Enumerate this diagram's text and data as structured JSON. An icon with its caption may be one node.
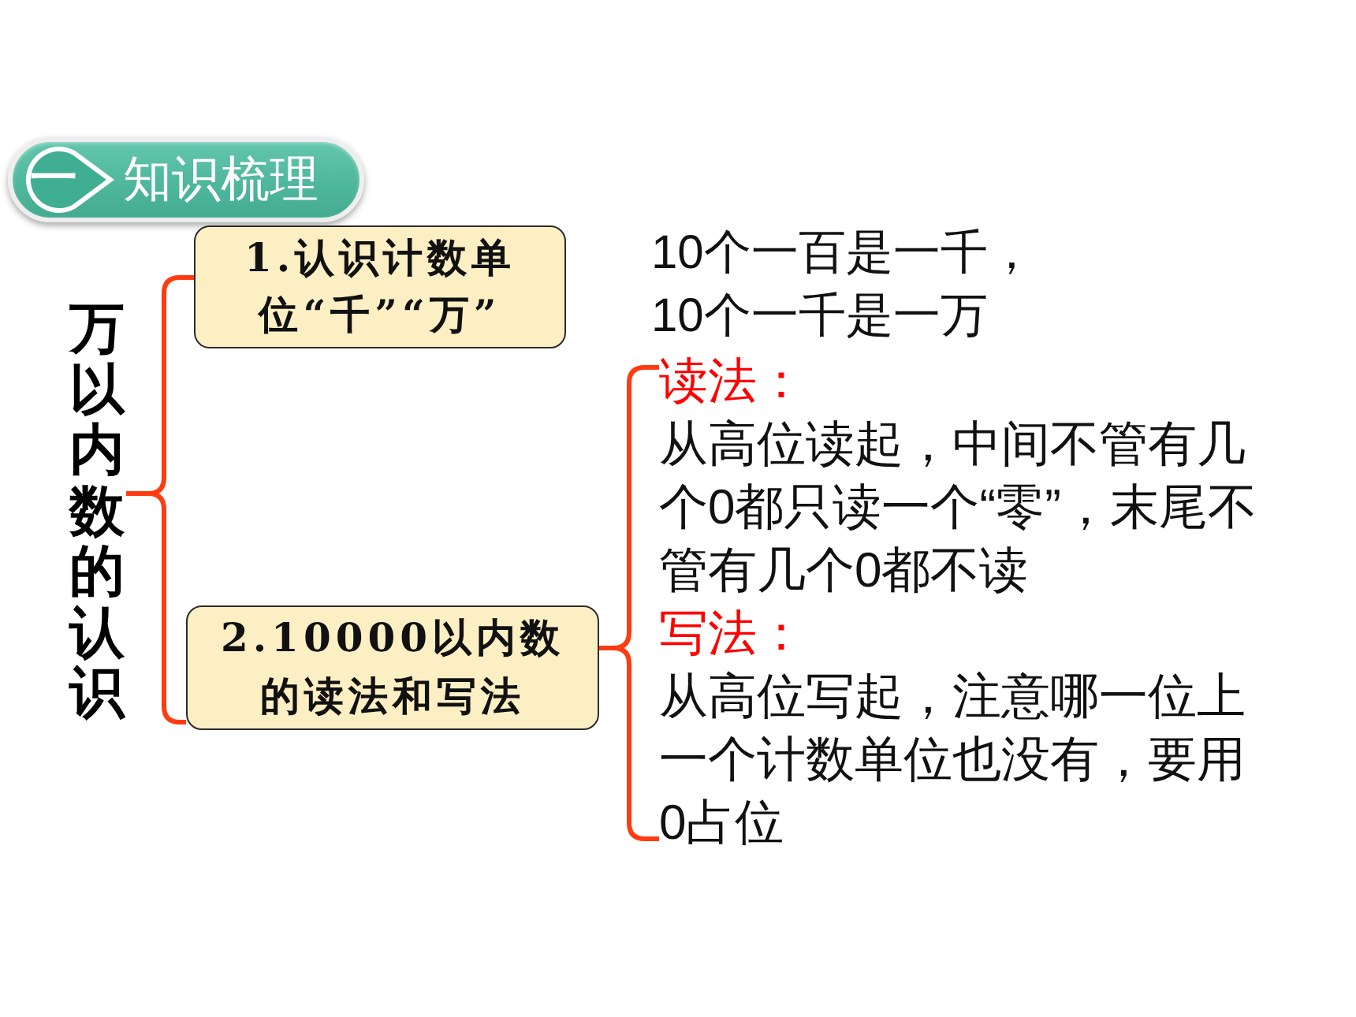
{
  "diagram": {
    "nodes": [
      {
        "text": [
          "知识梳理"
        ]
      },
      {
        "text": [
          "一"
        ],
        "in": 0
      },
      {
        "text": [
          "万以内数的认识"
        ]
      },
      {
        "text": [
          "1.认识计数单位“千”“万”"
        ]
      },
      {
        "text": [
          "2.10000以内数的读法和写法"
        ]
      },
      {
        "text": [
          "读法：",
          "从高位读起，中间不管有几个0都只读一个“零”，末尾不管有几个0都不读"
        ]
      },
      {
        "text": [
          "写法：",
          "从高位写起，注意哪一位上一个计数单位也没有，要用0占位"
        ]
      }
    ],
    "edges": [
      {
        "from": 2,
        "to": 3,
        "arrow": "none"
      },
      {
        "from": 2,
        "to": 4,
        "arrow": "none"
      },
      {
        "from": 4,
        "to": 5,
        "arrow": "none"
      },
      {
        "from": 4,
        "to": 6,
        "arrow": "none"
      }
    ],
    "labels": [
      "10个一百是一千，10个一千是一万"
    ]
  }
}
